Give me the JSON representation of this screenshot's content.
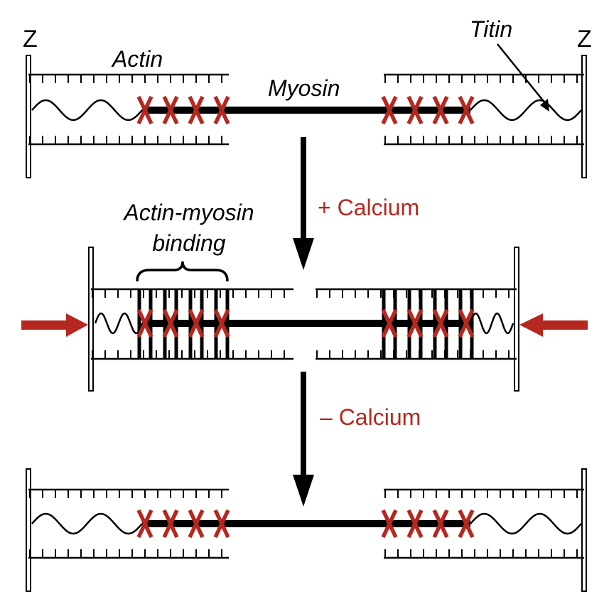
{
  "labels": {
    "z_left": "Z",
    "z_right": "Z",
    "actin": "Actin",
    "myosin": "Myosin",
    "titin": "Titin",
    "plus_calcium": "+ Calcium",
    "minus_calcium": "– Calcium",
    "binding_line1": "Actin-myosin",
    "binding_line2": "binding"
  },
  "colors": {
    "accent": "#b5281f",
    "ink": "#000000",
    "background": "#ffffff"
  },
  "icons": {
    "flow_arrow": "arrow-down-icon",
    "compression_arrow": "arrow-horizontal-icon",
    "crossbridge": "x-mark-icon"
  },
  "states": [
    {
      "name": "relaxed",
      "contracted": false
    },
    {
      "name": "contracted",
      "contracted": true
    },
    {
      "name": "relaxed-after",
      "contracted": false
    }
  ]
}
